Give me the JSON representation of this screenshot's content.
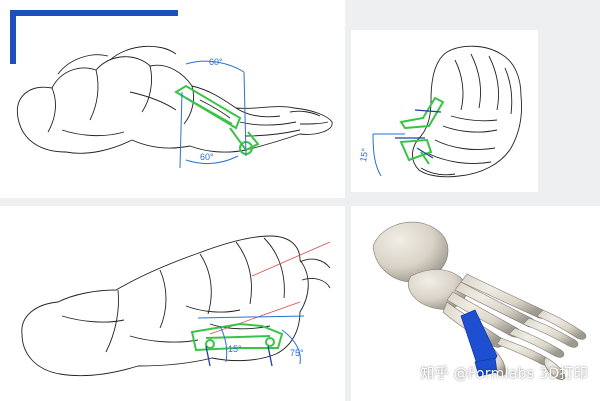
{
  "panels": {
    "top_left": {
      "angle_top": "60°",
      "angle_bottom": "60°"
    },
    "top_right": {
      "angle_left": "15°"
    },
    "bottom_left": {
      "angle_a": "15°",
      "angle_b": "75°"
    }
  },
  "watermark": "知乎 @Formlabs 3D打印",
  "colors": {
    "accent_blue": "#1f4fbf",
    "guide_green": "#39c447",
    "dimension_blue": "#2a6fd6",
    "implant_blue": "#1e4fd0",
    "bone": "#d9d3c7"
  }
}
